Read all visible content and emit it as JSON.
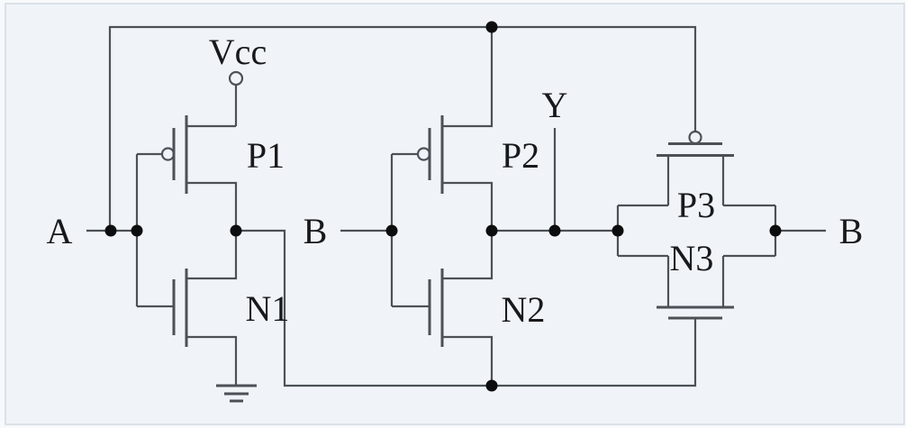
{
  "diagram": {
    "kind": "cmos-xor-gate-transistor-schematic",
    "labels": {
      "input_a": "A",
      "vcc": "Vcc",
      "p1": "P1",
      "n1": "N1",
      "input_b": "B",
      "p2": "P2",
      "n2": "N2",
      "output_y": "Y",
      "p3": "P3",
      "n3": "N3",
      "output_b": "B"
    },
    "components": [
      {
        "id": "P1",
        "type": "pmos"
      },
      {
        "id": "N1",
        "type": "nmos"
      },
      {
        "id": "P2",
        "type": "pmos"
      },
      {
        "id": "N2",
        "type": "nmos"
      },
      {
        "id": "P3",
        "type": "pmos-pass"
      },
      {
        "id": "N3",
        "type": "nmos-pass"
      }
    ],
    "terminals": [
      "Vcc",
      "GND",
      "A",
      "B",
      "Y",
      "B"
    ],
    "colors": {
      "background": "#f0f4f8",
      "border": "#d6dce3",
      "wire": "#4b5157",
      "text": "#17191c",
      "junction_dot": "#0b0d0e"
    }
  }
}
